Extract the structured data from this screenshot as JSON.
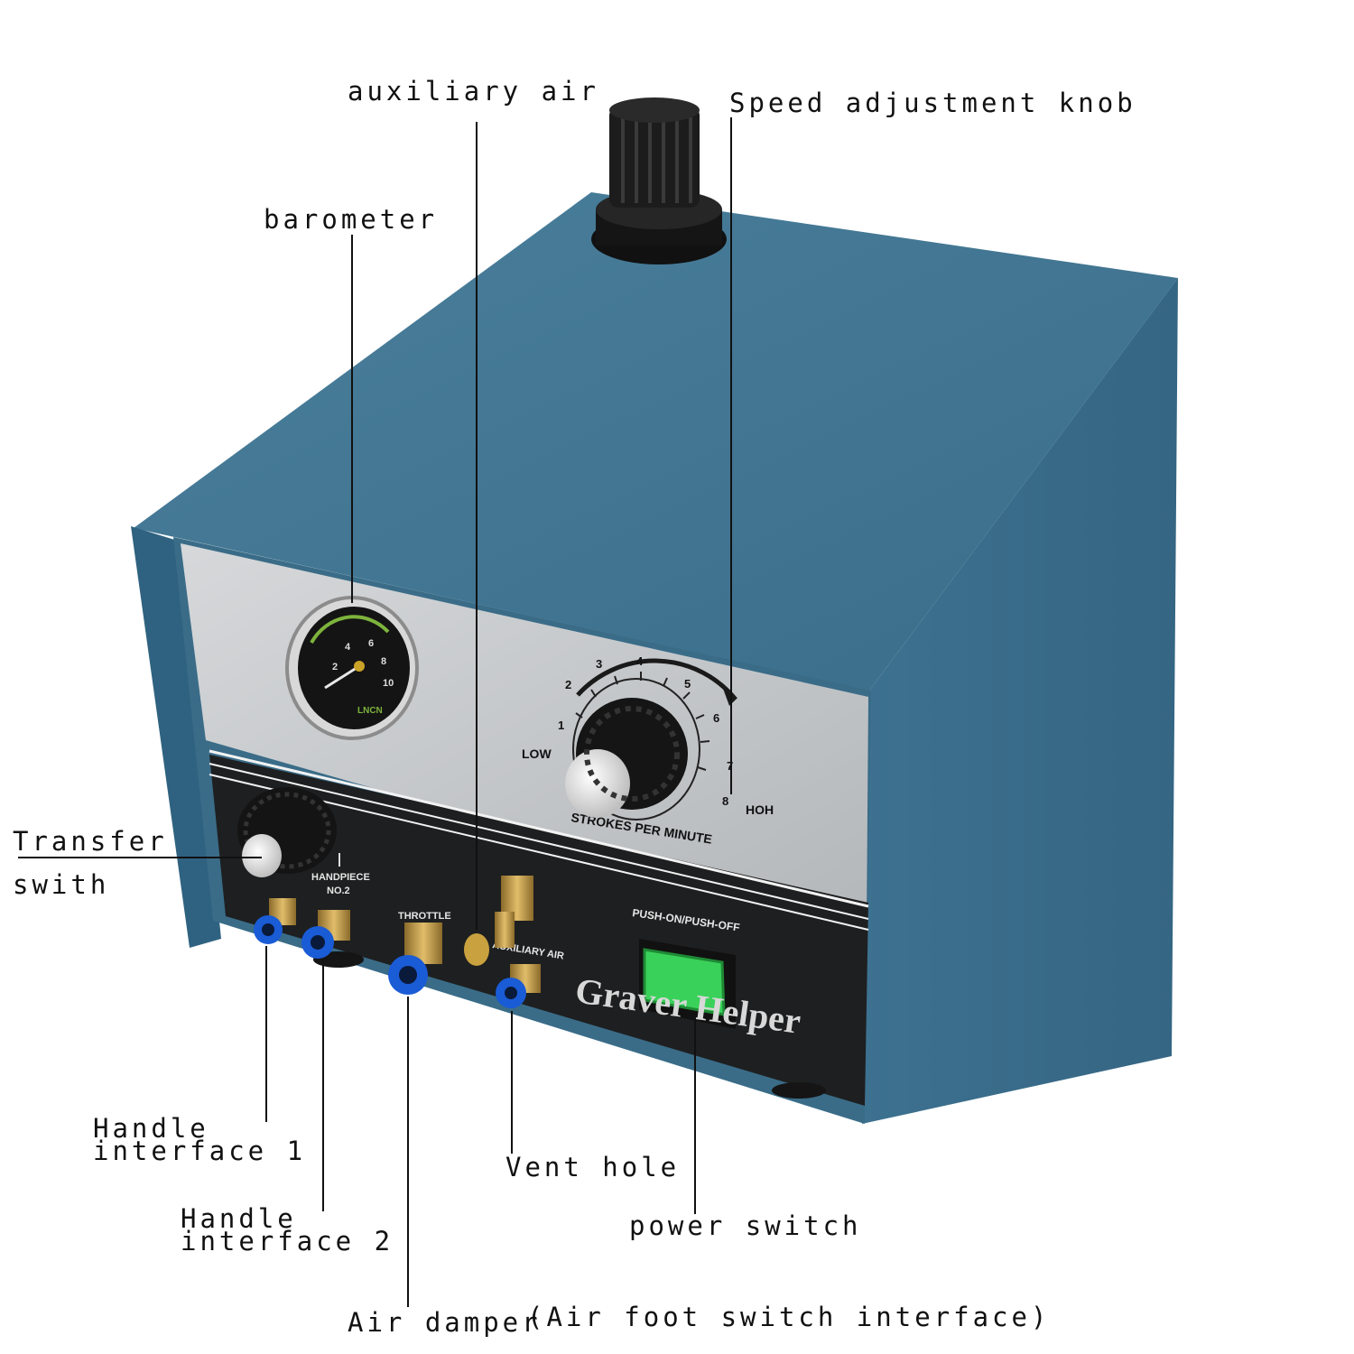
{
  "callouts": {
    "auxiliary_air": "auxiliary air",
    "speed_knob": "Speed adjustment knob",
    "barometer": "barometer",
    "transfer_switch": [
      "Transfer",
      "swith"
    ],
    "handle_1": [
      "Handle",
      "interface 1"
    ],
    "handle_2": [
      "Handle",
      "interface 2"
    ],
    "vent_hole": "Vent hole",
    "power_switch": "power switch",
    "air_damper": "Air damper",
    "air_foot_switch": "(Air foot switch interface)"
  },
  "device": {
    "brand": "Graver Helper",
    "dial_numbers": [
      "1",
      "2",
      "3",
      "4",
      "5",
      "6",
      "7",
      "8"
    ],
    "dial_low": "LOW",
    "dial_high": "HOH",
    "dial_caption": "STROKES PER MINUTE",
    "handpiece_line1": "HANDPIECE",
    "handpiece_line2": "NO.2",
    "throttle": "THROTTLE",
    "auxiliary_air_label": "AUXILIARY AIR",
    "push_label": "PUSH-ON/PUSH-OFF",
    "gauge_numbers": [
      "2",
      "4",
      "6",
      "8",
      "10"
    ],
    "gauge_brand": "LNCN"
  },
  "colors": {
    "body_blue": "#3f7390",
    "body_blue_dark": "#2c5a74",
    "silver_panel": "#c9ccce",
    "black_panel": "#1e1f20",
    "power_green": "#3ad15a"
  }
}
